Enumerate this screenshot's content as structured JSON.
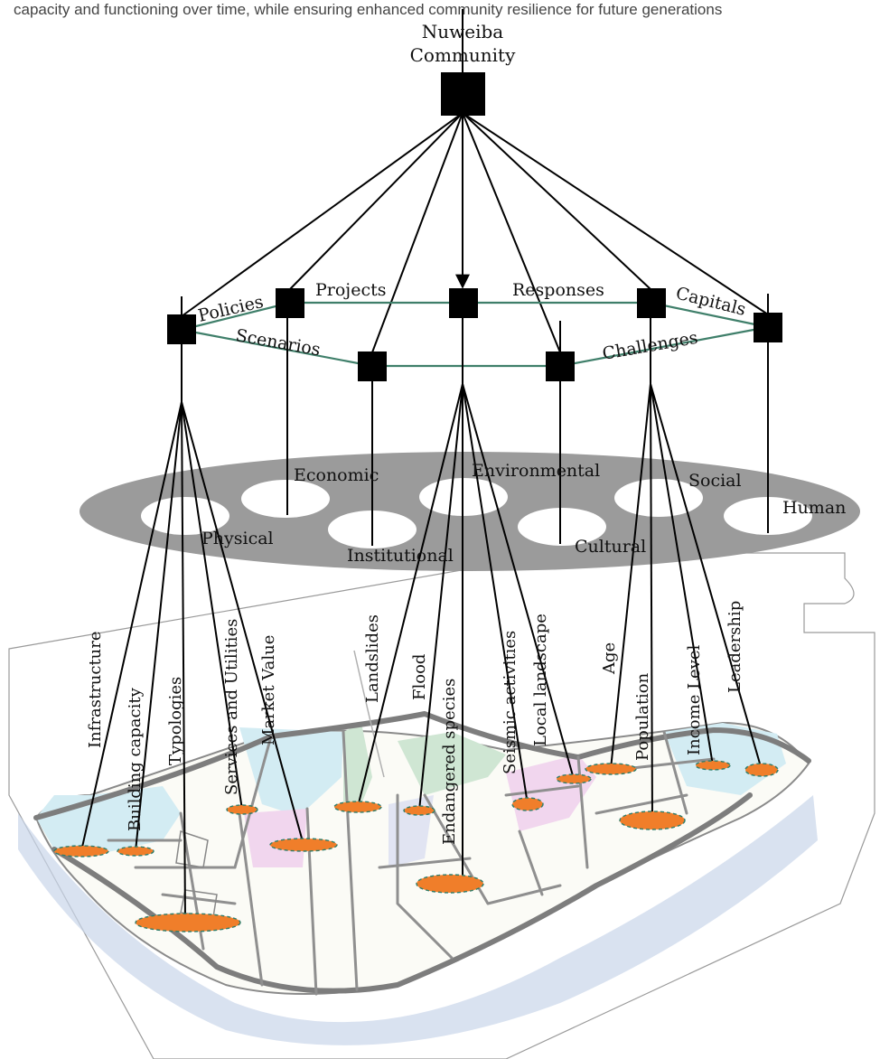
{
  "caption": "capacity and functioning over time, while ensuring enhanced community resilience for future generations",
  "root": {
    "line1": "Nuweiba",
    "line2": "Community"
  },
  "dimensions": [
    "Policies",
    "Projects",
    "Responses",
    "Capitals",
    "Scenarios",
    "Challenges"
  ],
  "capitals": [
    "Economic",
    "Environmental",
    "Social",
    "Human",
    "Physical",
    "Institutional",
    "Cultural"
  ],
  "indicators": [
    "Infrastructure",
    "Building capacity",
    "Typologies",
    "Services  and Utilities",
    "Market Value",
    "Landslides",
    "Flood",
    "Endangered species",
    "Seismic activities",
    "Local landscape",
    "Age",
    "Population",
    "Income Level",
    "Leadership"
  ],
  "colors": {
    "node": "#000000",
    "ring": "#3f7f6a",
    "disk": "#9b9b9b",
    "pin": "#f07e2a",
    "zone_blue": "#d3ecf3",
    "zone_pink": "#f1d6ee",
    "zone_green": "#cfe6d3"
  }
}
